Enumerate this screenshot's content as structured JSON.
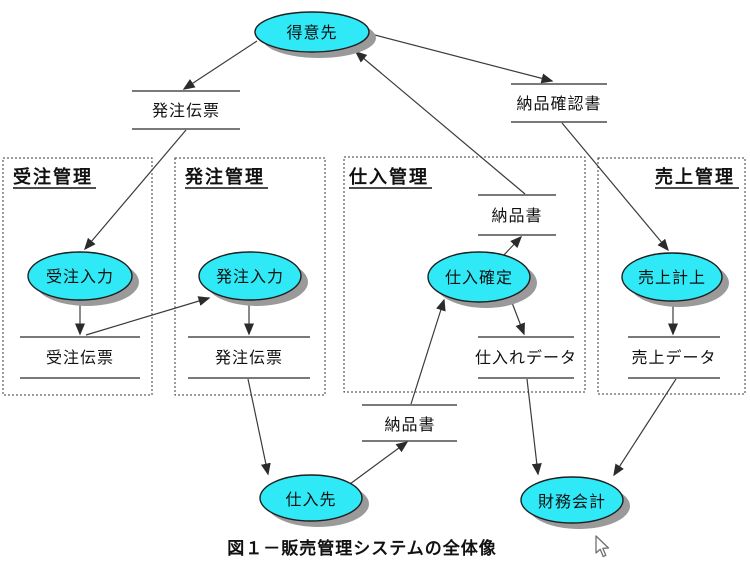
{
  "diagram": {
    "caption": "図１－販売管理システムの全体像",
    "colors": {
      "process_fill": "#2fe9f6",
      "process_shadow": "#9a9a9a",
      "flow_line": "#3b3b3b",
      "background": "#ffffff"
    },
    "sections": {
      "order_mgmt": "受注管理",
      "purchase_order_mgmt": "発注管理",
      "procurement_mgmt": "仕入管理",
      "sales_mgmt": "売上管理"
    },
    "entities": {
      "customer": "得意先",
      "supplier": "仕入先",
      "finance": "財務会計"
    },
    "processes": {
      "order_entry": "受注入力",
      "purchase_order_entry": "発注入力",
      "purchase_fix": "仕入確定",
      "sales_posting": "売上計上"
    },
    "stores": {
      "order_slip_from_customer": "発注伝票",
      "delivery_confirmation": "納品確認書",
      "order_slip": "受注伝票",
      "purchase_order_slip": "発注伝票",
      "delivery_note_upper": "納品書",
      "purchase_data": "仕入れデータ",
      "sales_data": "売上データ",
      "delivery_note_lower": "納品書"
    },
    "flows": [
      {
        "from": "得意先",
        "to": "発注伝票"
      },
      {
        "from": "発注伝票",
        "to": "受注入力"
      },
      {
        "from": "受注入力",
        "to": "受注伝票"
      },
      {
        "from": "受注伝票",
        "to": "発注入力"
      },
      {
        "from": "発注入力",
        "to": "発注伝票"
      },
      {
        "from": "発注伝票",
        "to": "仕入先"
      },
      {
        "from": "仕入先",
        "to": "納品書"
      },
      {
        "from": "納品書",
        "to": "仕入確定"
      },
      {
        "from": "仕入確定",
        "to": "納品書"
      },
      {
        "from": "納品書",
        "to": "得意先"
      },
      {
        "from": "得意先",
        "to": "納品確認書"
      },
      {
        "from": "納品確認書",
        "to": "売上計上"
      },
      {
        "from": "仕入確定",
        "to": "仕入れデータ"
      },
      {
        "from": "仕入れデータ",
        "to": "財務会計"
      },
      {
        "from": "売上計上",
        "to": "売上データ"
      },
      {
        "from": "売上データ",
        "to": "財務会計"
      }
    ]
  }
}
